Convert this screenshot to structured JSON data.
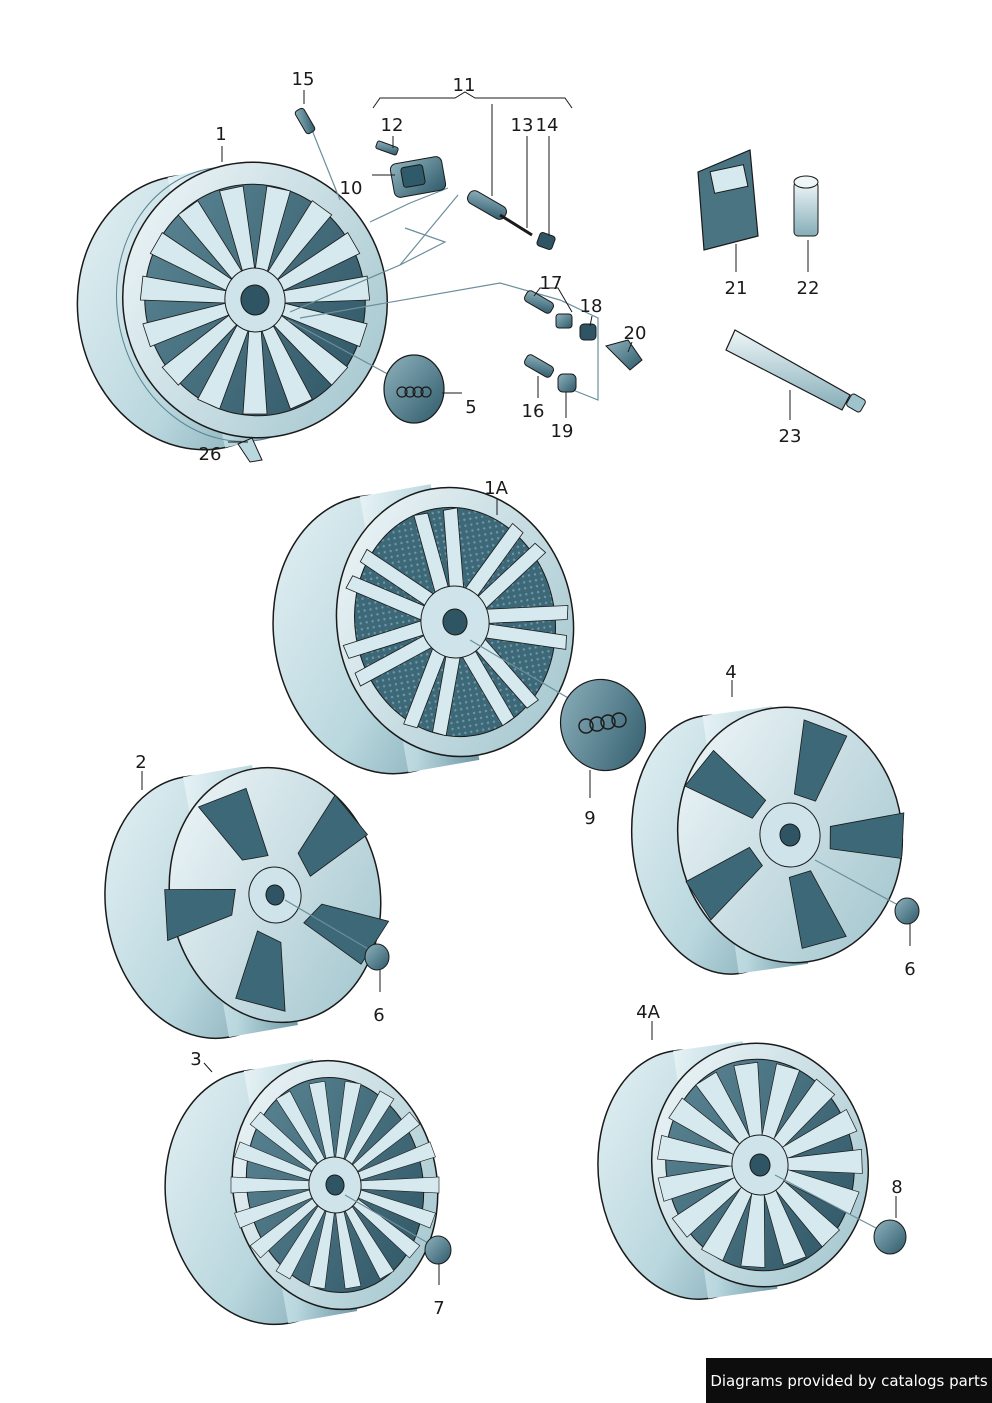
{
  "callouts": [
    "15",
    "11",
    "12",
    "13",
    "14",
    "1",
    "10",
    "21",
    "22",
    "17",
    "18",
    "20",
    "5",
    "16",
    "19",
    "23",
    "26",
    "1A",
    "4",
    "2",
    "9",
    "6",
    "6",
    "3",
    "4A",
    "8",
    "7"
  ],
  "footer": {
    "text": "Diagrams provided by catalogs parts"
  },
  "colors": {
    "wheel_face": "#c6dfe5",
    "wheel_shadow": "#3f6b7a",
    "outline": "#1a1a1a",
    "background": "#ffffff"
  },
  "icons": [
    "alloy-wheel",
    "center-cap",
    "valve",
    "tpms-sensor",
    "lug-bolt",
    "nut",
    "gel-pack",
    "grease-tube",
    "bottle"
  ]
}
